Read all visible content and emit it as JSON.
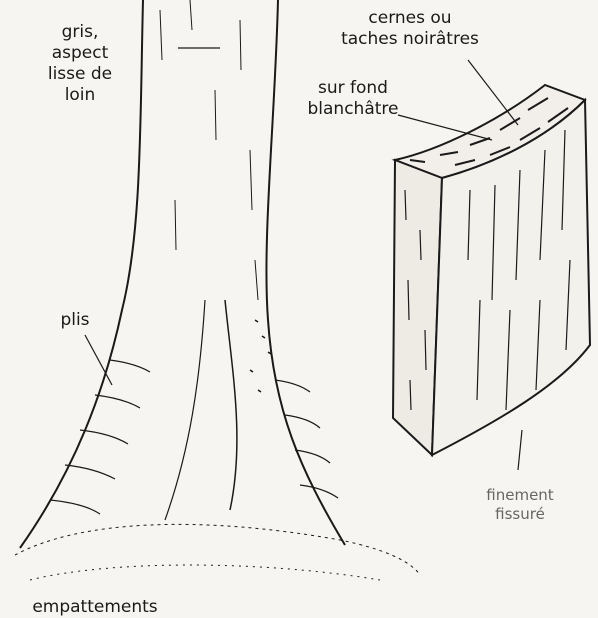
{
  "labels": {
    "grey_l1": "gris,",
    "grey_l2": "aspect",
    "grey_l3": "lisse de",
    "grey_l4": "loin",
    "rings_l1": "cernes ou",
    "rings_l2": "taches noirâtres",
    "bg_l1": "sur fond",
    "bg_l2": "blanchâtre",
    "folds": "plis",
    "buttress": "empattements",
    "fissured_l1": "finement",
    "fissured_l2": "fissuré"
  },
  "colors": {
    "ink": "#1a1a1a",
    "paper": "#f7f5f1",
    "faded_ink": "#666666"
  },
  "icons": [
    "tree-trunk-illustration",
    "wood-block-illustration"
  ]
}
